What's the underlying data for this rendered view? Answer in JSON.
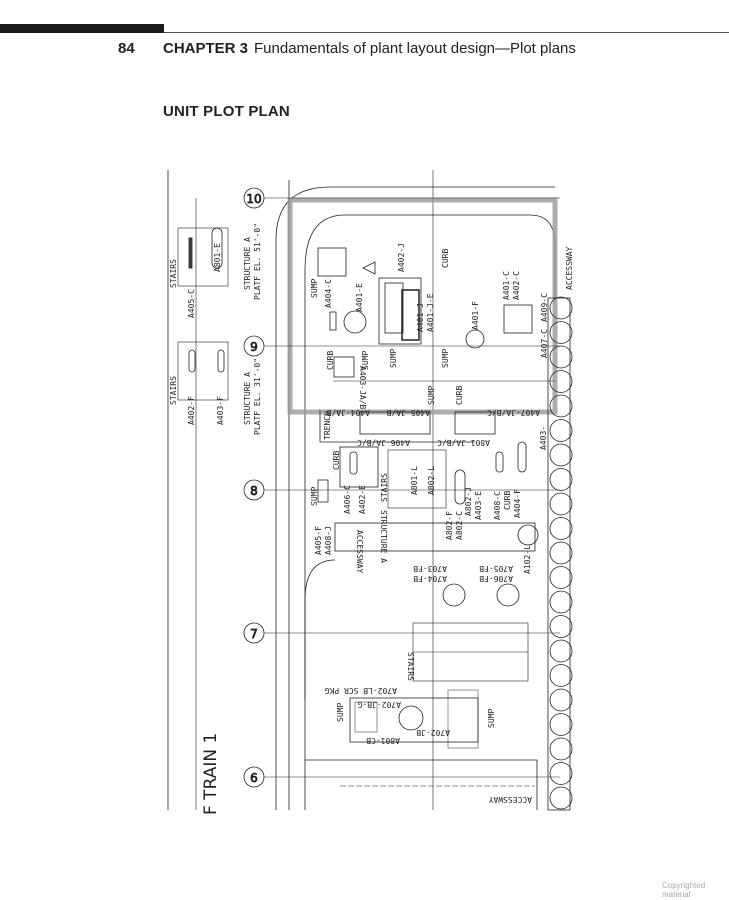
{
  "header": {
    "page_number": "84",
    "chapter": "CHAPTER 3",
    "chapter_title": "Fundamentals of plant layout design—Plot plans"
  },
  "section_title": "UNIT PLOT PLAN",
  "footer": {
    "copyright": "Copyrighted material"
  },
  "drawing": {
    "gridlines": [
      "10",
      "9",
      "8",
      "7",
      "6"
    ],
    "train_label": "F TRAIN 1",
    "labels": {
      "stairs_top": "STAIRS",
      "a405c": "A405-C",
      "a801e": "A801-E",
      "structA_top": "STRUCTURE A",
      "platf51": "PLATF EL. 51'-0\"",
      "stairs_low": "STAIRS",
      "a402f": "A402-F",
      "a403f": "A403-F",
      "structA_low": "STRUCTURE A",
      "platf31": "PLATF EL. 31'-0\"",
      "sump1": "SUMP",
      "a404c": "A404-C",
      "a401e": "A401-E",
      "a402j": "A402-J",
      "curb1": "CURB",
      "a401j": "A401-J",
      "a401je": "A401-J-E",
      "a401f": "A401-F",
      "a401c": "A401-C",
      "a402c": "A402-C",
      "a407c": "A407-C",
      "a409c": "A409-C",
      "accessway_tr": "ACCESSWAY",
      "sump2": "SUMP",
      "sump3": "SUMP",
      "sump4": "SUMP",
      "curb2": "CURB",
      "a403ja": "A403-JA/B",
      "sump5": "SUMP",
      "curb3": "CURB",
      "trench": "TRENCH",
      "a404ja": "A404-JA/B",
      "a405ja": "A405-JA/B",
      "a406ja": "A406-JA/B/C",
      "a801ja": "A801-JA/B/C",
      "a407ja": "A407-JA/B/C",
      "a403": "A403-",
      "sump6": "SUMP",
      "curb4": "CURB",
      "a406c": "A406-C",
      "a402e": "A402-E",
      "stairs_mid": "STAIRS",
      "structA_mid": "STRUCTURE A",
      "a801l": "A801-L",
      "a802l": "A802-L",
      "a802f": "A802-F",
      "a802c": "A802-C",
      "a802j": "A802-J",
      "a403e": "A403-E",
      "a408c": "A408-C",
      "curb5": "CURB",
      "a404f": "A404-F",
      "a405f": "A405-F",
      "a408j": "A408-J",
      "accessway_mid": "ACCESSWAY",
      "a102l": "A102-L",
      "a703fb": "A703-FB",
      "a704fb": "A704-FB",
      "a705fb": "A705-FB",
      "a706fb": "A706-FB",
      "stairs_bot": "STAIRS",
      "a702lb": "A702-LB SCR PKG",
      "sump7": "SUMP",
      "a702jbg": "A702-JB-G",
      "a801cb": "A801-CB",
      "a702jb": "A702-JB",
      "sump8": "SUMP",
      "accessway_bot": "ACCESSWAY"
    }
  }
}
